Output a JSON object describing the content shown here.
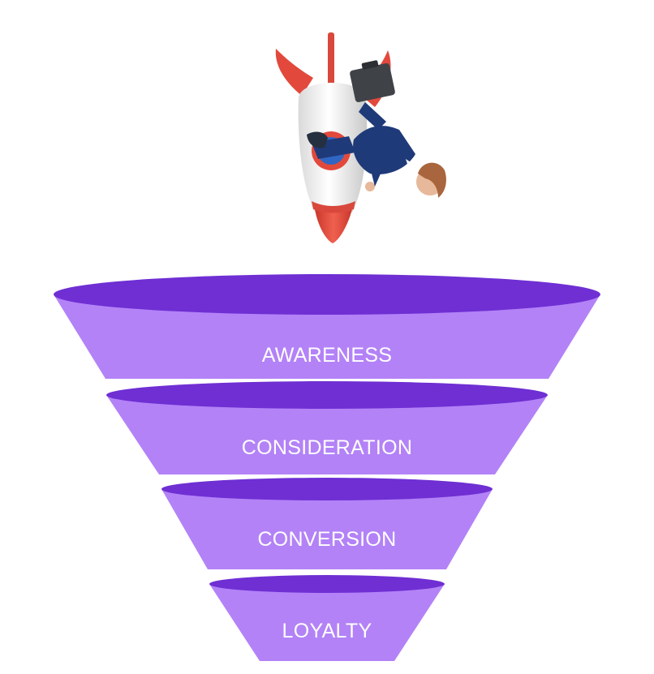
{
  "colors": {
    "funnel_body": "#b382f7",
    "funnel_top": "#6f2fd3",
    "label_text": "#ffffff",
    "rocket_body": "#efefef",
    "rocket_accent": "#e2493c",
    "suit": "#1f3a78",
    "hair": "#a9653d",
    "briefcase": "#3f4348"
  },
  "illustration": {
    "name": "businessman-riding-rocket",
    "icon": "rocket-icon"
  },
  "funnel": {
    "stages": [
      {
        "id": "awareness",
        "label": "AWARENESS"
      },
      {
        "id": "consideration",
        "label": "CONSIDERATION"
      },
      {
        "id": "conversion",
        "label": "CONVERSION"
      },
      {
        "id": "loyalty",
        "label": "LOYALTY"
      }
    ]
  }
}
